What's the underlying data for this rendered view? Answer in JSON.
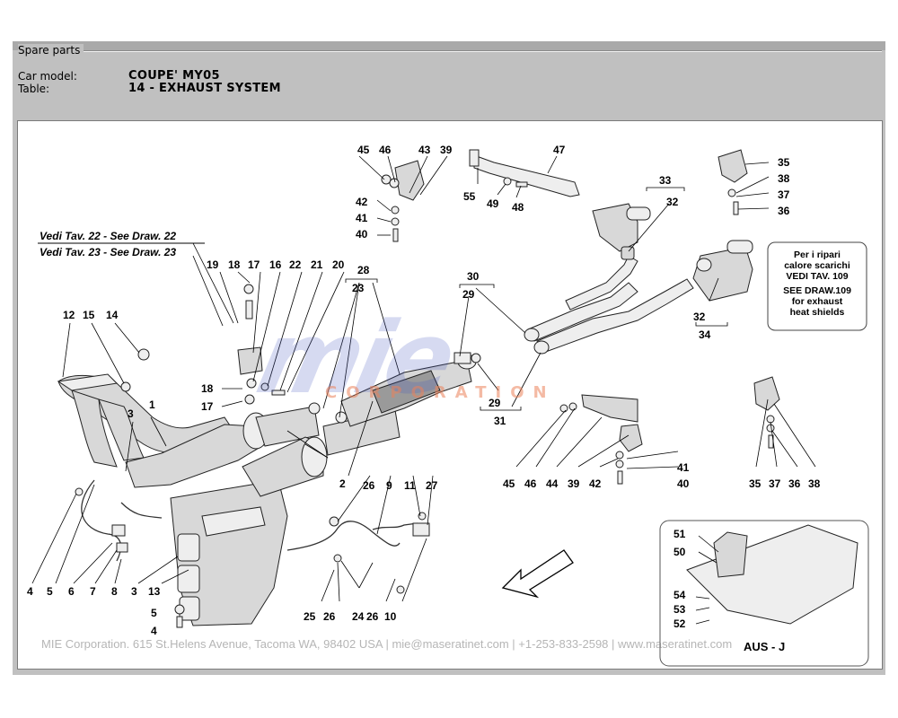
{
  "header": {
    "group_title": "Spare parts",
    "car_model_label": "Car model:",
    "car_model_value": "COUPE' MY05",
    "table_label": "Table:",
    "table_value": "14 - EXHAUST SYSTEM"
  },
  "diagram": {
    "see_draw_1": "Vedi Tav. 22 - See Draw. 22",
    "see_draw_2": "Vedi Tav. 23 - See Draw. 23",
    "note_lines": [
      "Per i ripari",
      "calore scarichi",
      "VEDI TAV. 109",
      "SEE DRAW.109",
      "for exhaust",
      "heat shields"
    ],
    "inset_label": "AUS - J",
    "callouts": [
      "1",
      "2",
      "3",
      "4",
      "5",
      "6",
      "7",
      "8",
      "9",
      "10",
      "11",
      "12",
      "13",
      "14",
      "15",
      "16",
      "17",
      "18",
      "19",
      "20",
      "21",
      "22",
      "23",
      "24",
      "25",
      "26",
      "27",
      "28",
      "29",
      "30",
      "31",
      "32",
      "33",
      "34",
      "35",
      "36",
      "37",
      "38",
      "39",
      "40",
      "41",
      "42",
      "43",
      "44",
      "45",
      "46",
      "47",
      "48",
      "49",
      "50",
      "51",
      "52",
      "53",
      "54",
      "55"
    ]
  },
  "watermark": {
    "logo": "mie",
    "sub": "CORPORATION",
    "footer": "MIE Corporation. 615 St.Helens Avenue, Tacoma WA, 98402 USA  |  mie@maseratinet.com  |   +1-253-833-2598   |   www.maseratinet.com"
  }
}
